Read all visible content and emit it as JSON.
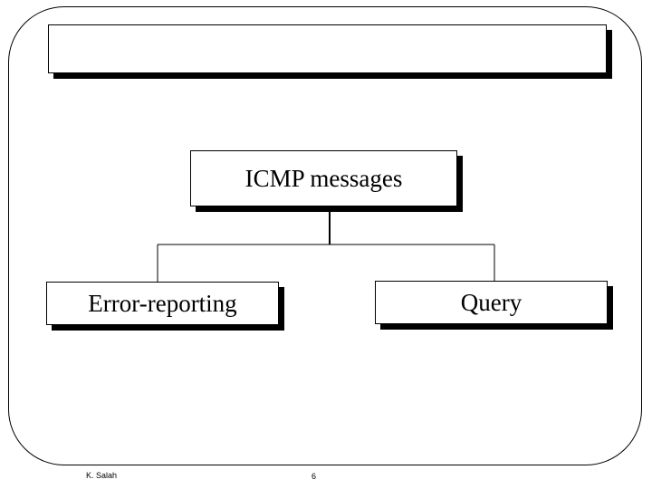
{
  "slide": {
    "title": "",
    "diagram": {
      "root": "ICMP messages",
      "children": [
        "Error-reporting",
        "Query"
      ]
    },
    "footer": {
      "author": "K. Salah",
      "page": "6"
    }
  }
}
